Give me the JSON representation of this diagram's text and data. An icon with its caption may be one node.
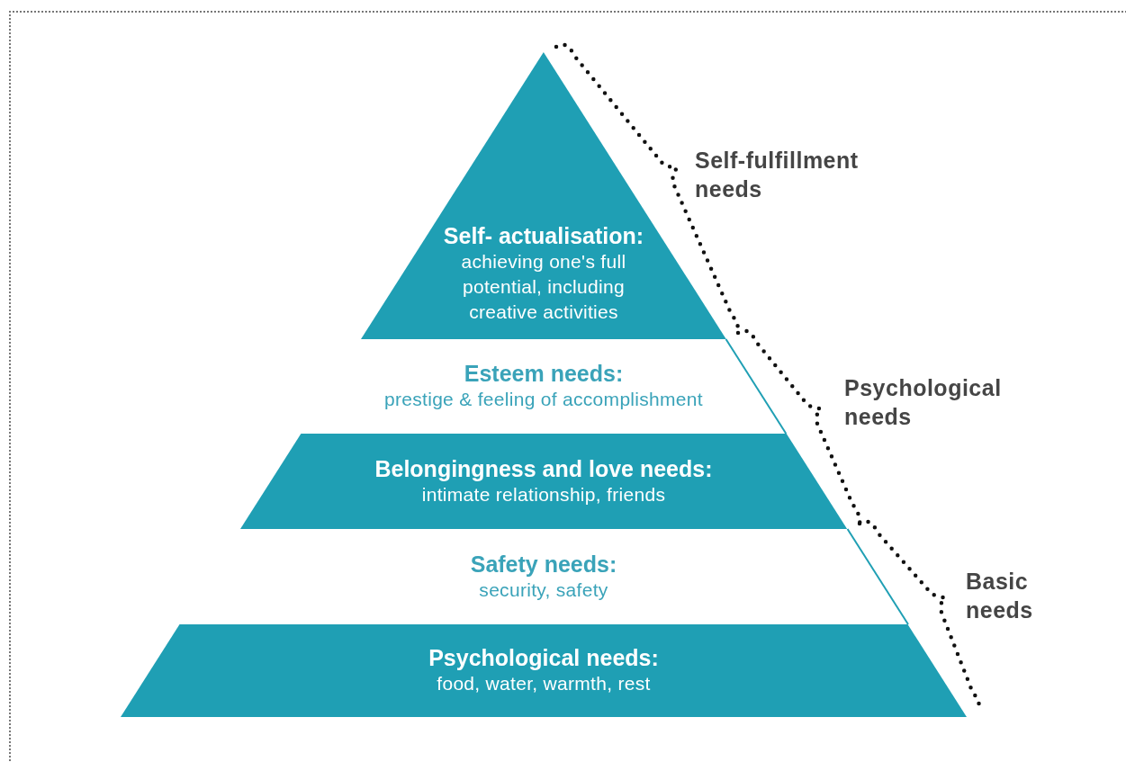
{
  "diagram": {
    "nodes": [
      {
        "text": [
          "Self- actualisation:",
          "achieving one's full potential, including creative activities"
        ]
      },
      {
        "text": [
          "Esteem needs:",
          "prestige & feeling of accomplishment"
        ]
      },
      {
        "text": [
          "Belongingness and love needs:",
          "intimate relationship, friends"
        ]
      },
      {
        "text": [
          "Safety needs:",
          "security, safety"
        ]
      },
      {
        "text": [
          "Psychological needs:",
          "food, water, warmth, rest"
        ]
      }
    ],
    "labels": [
      "Self-fulfillment needs",
      "Psychological needs",
      "Basic needs"
    ]
  }
}
